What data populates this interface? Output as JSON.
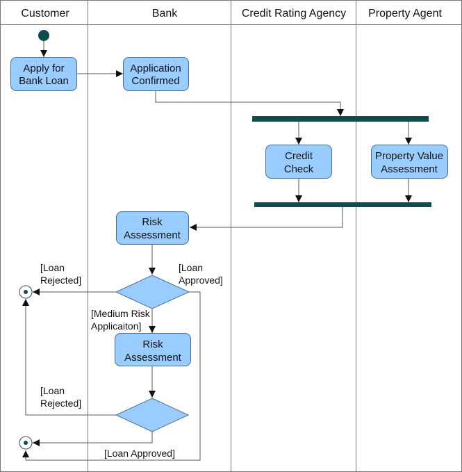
{
  "lanes": [
    "Customer",
    "Bank",
    "Credit Rating Agency",
    "Property Agent"
  ],
  "actions": {
    "apply_loan": [
      "Apply for",
      "Bank Loan"
    ],
    "application_confirmed": [
      "Application",
      "Confirmed"
    ],
    "credit_check": [
      "Credit",
      "Check"
    ],
    "property_value": [
      "Property Value",
      "Assessment"
    ],
    "risk_assessment_1": [
      "Risk",
      "Assessment"
    ],
    "risk_assessment_2": [
      "Risk",
      "Assessment"
    ]
  },
  "guards": {
    "loan_rejected_1": [
      "[Loan",
      "Rejected]"
    ],
    "loan_approved_1": [
      "[Loan",
      "Approved]"
    ],
    "medium_risk": [
      "[Medium Risk",
      "Applicaiton]"
    ],
    "loan_rejected_2": [
      "[Loan",
      "Rejected]"
    ],
    "loan_approved_2": "[Loan Approved]"
  },
  "colors": {
    "action_fill": "#99ccff",
    "sync_bar": "#0e4d4d",
    "initial_node": "#0e4d4d"
  }
}
